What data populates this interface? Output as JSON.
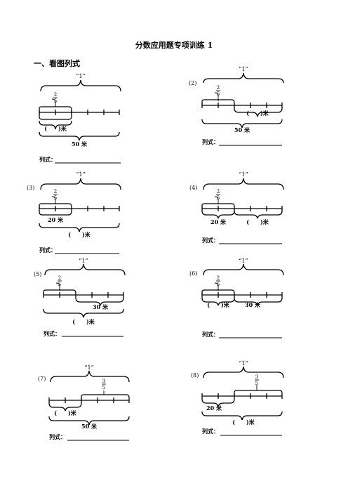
{
  "title": "分数应用题专项训练 1",
  "section": "一、看图列式",
  "one": "“1”",
  "formula_label": "列式：",
  "problems": [
    {
      "num": "",
      "fraction": {
        "num": "2",
        "den": "5"
      },
      "labels": [
        "(　　)米",
        "50 米"
      ]
    },
    {
      "num": "(2)",
      "fraction": {
        "num": "2",
        "den": "5"
      },
      "labels": [
        "(　　)米",
        "50 米"
      ]
    },
    {
      "num": "(3)",
      "fraction": {
        "num": "2",
        "den": "5"
      },
      "labels": [
        "20 米",
        "(　　)米"
      ]
    },
    {
      "num": "(4)",
      "fraction": {
        "num": "2",
        "den": "5"
      },
      "labels": [
        "20 米",
        "(　　)米"
      ]
    },
    {
      "num": "(5)",
      "fraction": {
        "num": "2",
        "den": "5"
      },
      "labels": [
        "30 米",
        "(　　)米"
      ]
    },
    {
      "num": "(6)",
      "fraction": {
        "num": "2",
        "den": "5"
      },
      "labels": [
        "(　　)米",
        "30 米"
      ]
    },
    {
      "num": "(7)",
      "fraction": {
        "num": "3",
        "den": "5"
      },
      "labels": [
        "(　　)米",
        "50 米"
      ]
    },
    {
      "num": "(8)",
      "fraction": {
        "num": "3",
        "den": "5"
      },
      "labels": [
        "20 米",
        "(　　)米"
      ]
    }
  ]
}
